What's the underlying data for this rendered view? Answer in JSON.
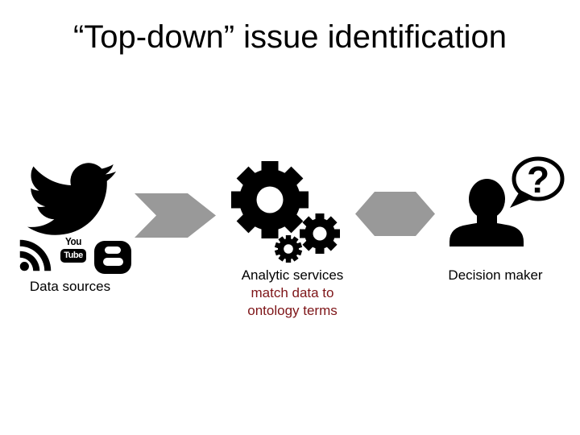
{
  "slide": {
    "title": "“Top-down” issue identification"
  },
  "diagram": {
    "data_sources": {
      "label": "Data sources",
      "icons": [
        "twitter-bird-icon",
        "rss-icon",
        "youtube-icon",
        "blogger-icon"
      ],
      "youtube_top_text": "You",
      "youtube_badge_text": "Tube"
    },
    "connector_left": {
      "shape": "right-chevron-arrow",
      "color": "#999999"
    },
    "analytic_services": {
      "icon": "gears-icon",
      "line1": "Analytic services",
      "line2": "match data to",
      "line3": "ontology terms",
      "line1_color": "#000000",
      "accent_color": "#7E1518"
    },
    "connector_right": {
      "shape": "hexagon",
      "color": "#999999"
    },
    "decision_maker": {
      "icon": "person-question-icon",
      "label": "Decision maker",
      "question_mark": "?"
    }
  }
}
